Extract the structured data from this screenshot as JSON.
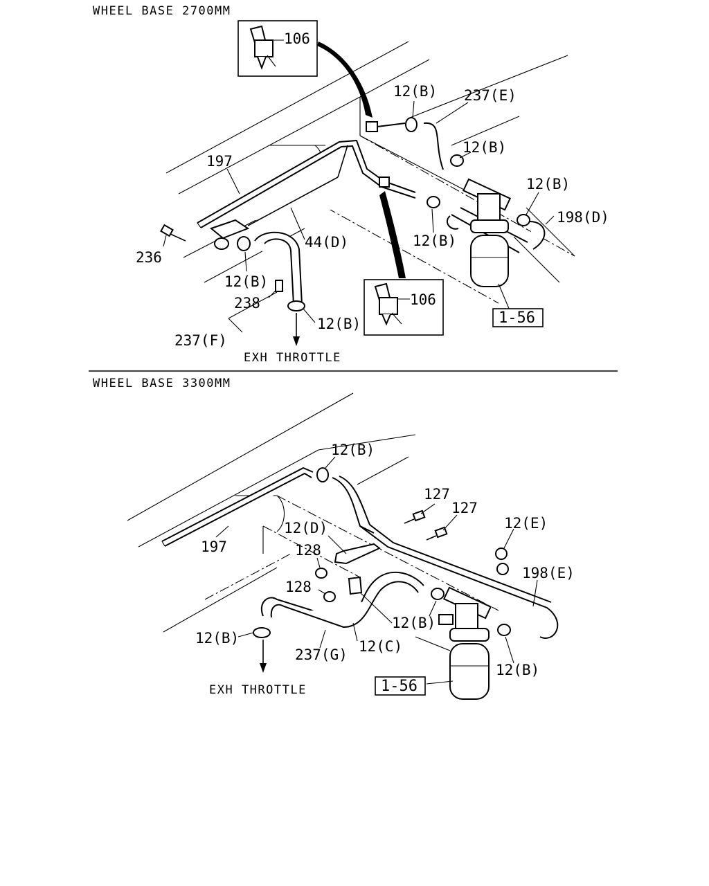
{
  "sections": [
    {
      "title": "WHEEL BASE 2700MM",
      "direction_label": "EXH THROTTLE",
      "labels": {
        "l106a": "106",
        "l106b": "106",
        "l12b_top": "12(B)",
        "l237e": "237(E)",
        "l12b_r1": "12(B)",
        "l12b_r2": "12(B)",
        "l198d": "198(D)",
        "l197": "197",
        "l236": "236",
        "l44d": "44(D)",
        "l12b_mid": "12(B)",
        "l12b_left": "12(B)",
        "l238": "238",
        "l237f": "237(F)",
        "l12b_bot": "12(B)",
        "ref": "1-56"
      }
    },
    {
      "title": "WHEEL BASE 3300MM",
      "direction_label": "EXH THROTTLE",
      "labels": {
        "l12b_top": "12(B)",
        "l127a": "127",
        "l127b": "127",
        "l12e": "12(E)",
        "l197": "197",
        "l12d": "12(D)",
        "l128a": "128",
        "l198e": "198(E)",
        "l128b": "128",
        "l12b_mid": "12(B)",
        "l12b_left": "12(B)",
        "l237g": "237(G)",
        "l12c": "12(C)",
        "l12b_right": "12(B)",
        "ref": "1-56"
      }
    }
  ]
}
